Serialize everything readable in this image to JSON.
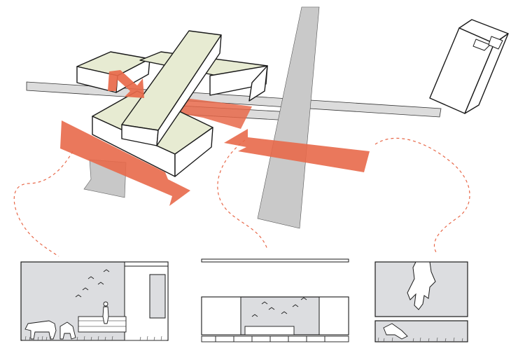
{
  "diagram": {
    "colors": {
      "background": "#ffffff",
      "road": "#d9d9d9",
      "block": "#e7ebd2",
      "arrow": "#e8694a",
      "dash": "#e8694a",
      "panel": "#dcdde0",
      "line": "#1a1a1a"
    },
    "elements": {
      "roads": [
        "horizontal-road",
        "vertical-road",
        "secondary-road"
      ],
      "buildings": [
        "main-slab",
        "left-block",
        "right-block",
        "lower-block",
        "tower"
      ],
      "arrows": [
        "flow-arrow-left",
        "flow-arrow-up",
        "flow-arrow-right",
        "flow-arrow-mid"
      ],
      "connectors": [
        "dashed-connector-left",
        "dashed-connector-middle",
        "dashed-connector-right"
      ],
      "vignettes": [
        "section-view-pasture",
        "section-view-birds",
        "section-view-hand"
      ]
    }
  }
}
